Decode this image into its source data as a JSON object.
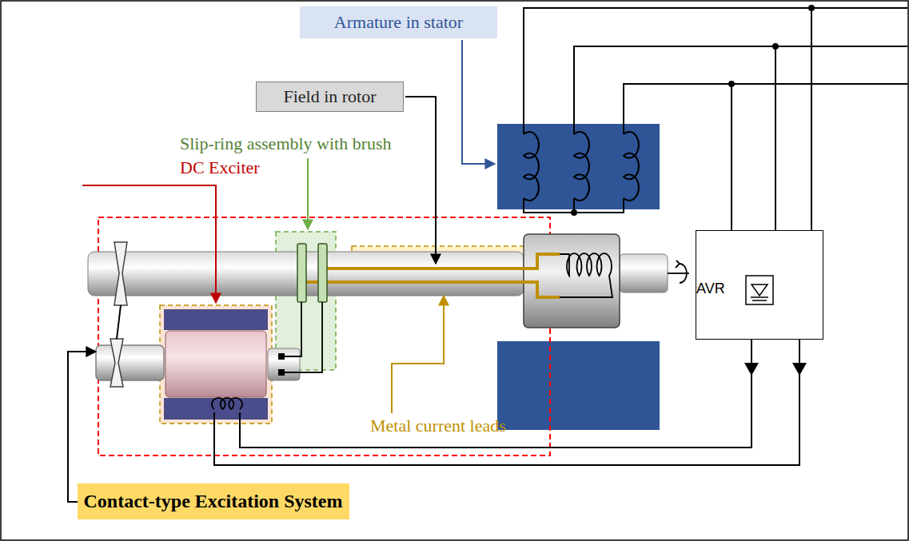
{
  "diagram": {
    "nodes": [
      {
        "text": [
          "Armature in stator"
        ]
      },
      {
        "text": [
          "Field in rotor"
        ]
      },
      {
        "text": [
          "AVR"
        ]
      },
      {
        "text": [
          "Contact-type Excitation System"
        ]
      }
    ],
    "labels": [
      "Slip-ring assembly with brush",
      "DC Exciter",
      "Metal current leads"
    ]
  }
}
